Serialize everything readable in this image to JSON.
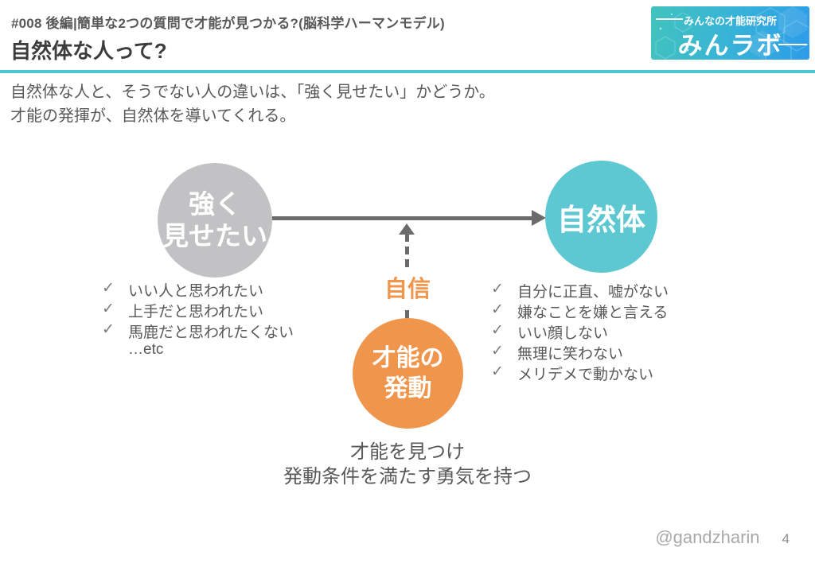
{
  "header": {
    "episode_title": "#008 後編|簡単な2つの質問で才能が見つかる?(脳科学ハーマンモデル)",
    "page_title": "自然体な人って?"
  },
  "logo": {
    "org_name": "みんなの才能研究所",
    "brand_name": "みんラボ"
  },
  "intro": {
    "line1": "自然体な人と、そうでない人の違いは、「強く見せたい」かどうか。",
    "line2": "才能の発揮が、自然体を導いてくれる。"
  },
  "diagram": {
    "left_circle": {
      "line1": "強く",
      "line2": "見せたい",
      "color": "#C2C2C4"
    },
    "right_circle": {
      "label": "自然体",
      "color": "#5EC8D2"
    },
    "bottom_circle": {
      "line1": "才能の",
      "line2": "発動",
      "color": "#F0964C"
    },
    "arrow_label": "自信",
    "left_checklist": {
      "items": [
        "いい人と思われたい",
        "上手だと思われたい",
        "馬鹿だと思われたくない"
      ],
      "etc": "…etc"
    },
    "right_checklist": {
      "items": [
        "自分に正直、嘘がない",
        "嫌なことを嫌と言える",
        "いい顔しない",
        "無理に笑わない",
        "メリデメで動かない"
      ]
    },
    "caption_line1": "才能を見つけ",
    "caption_line2": "発動条件を満たす勇気を持つ"
  },
  "glyphs": {
    "check": "✓"
  },
  "footer": {
    "handle": "@gandzharin",
    "page_number": "4"
  },
  "colors": {
    "accent_cyan": "#4CC5D4",
    "circle_gray": "#C2C2C4",
    "circle_cyan": "#5EC8D2",
    "circle_orange": "#F0964C",
    "arrow_gray": "#6B6B6B",
    "text_gray": "#595959",
    "title_dark": "#3D3D3D",
    "logo_gradient_start": "#41C3BD",
    "logo_gradient_end": "#2D9CE9"
  }
}
